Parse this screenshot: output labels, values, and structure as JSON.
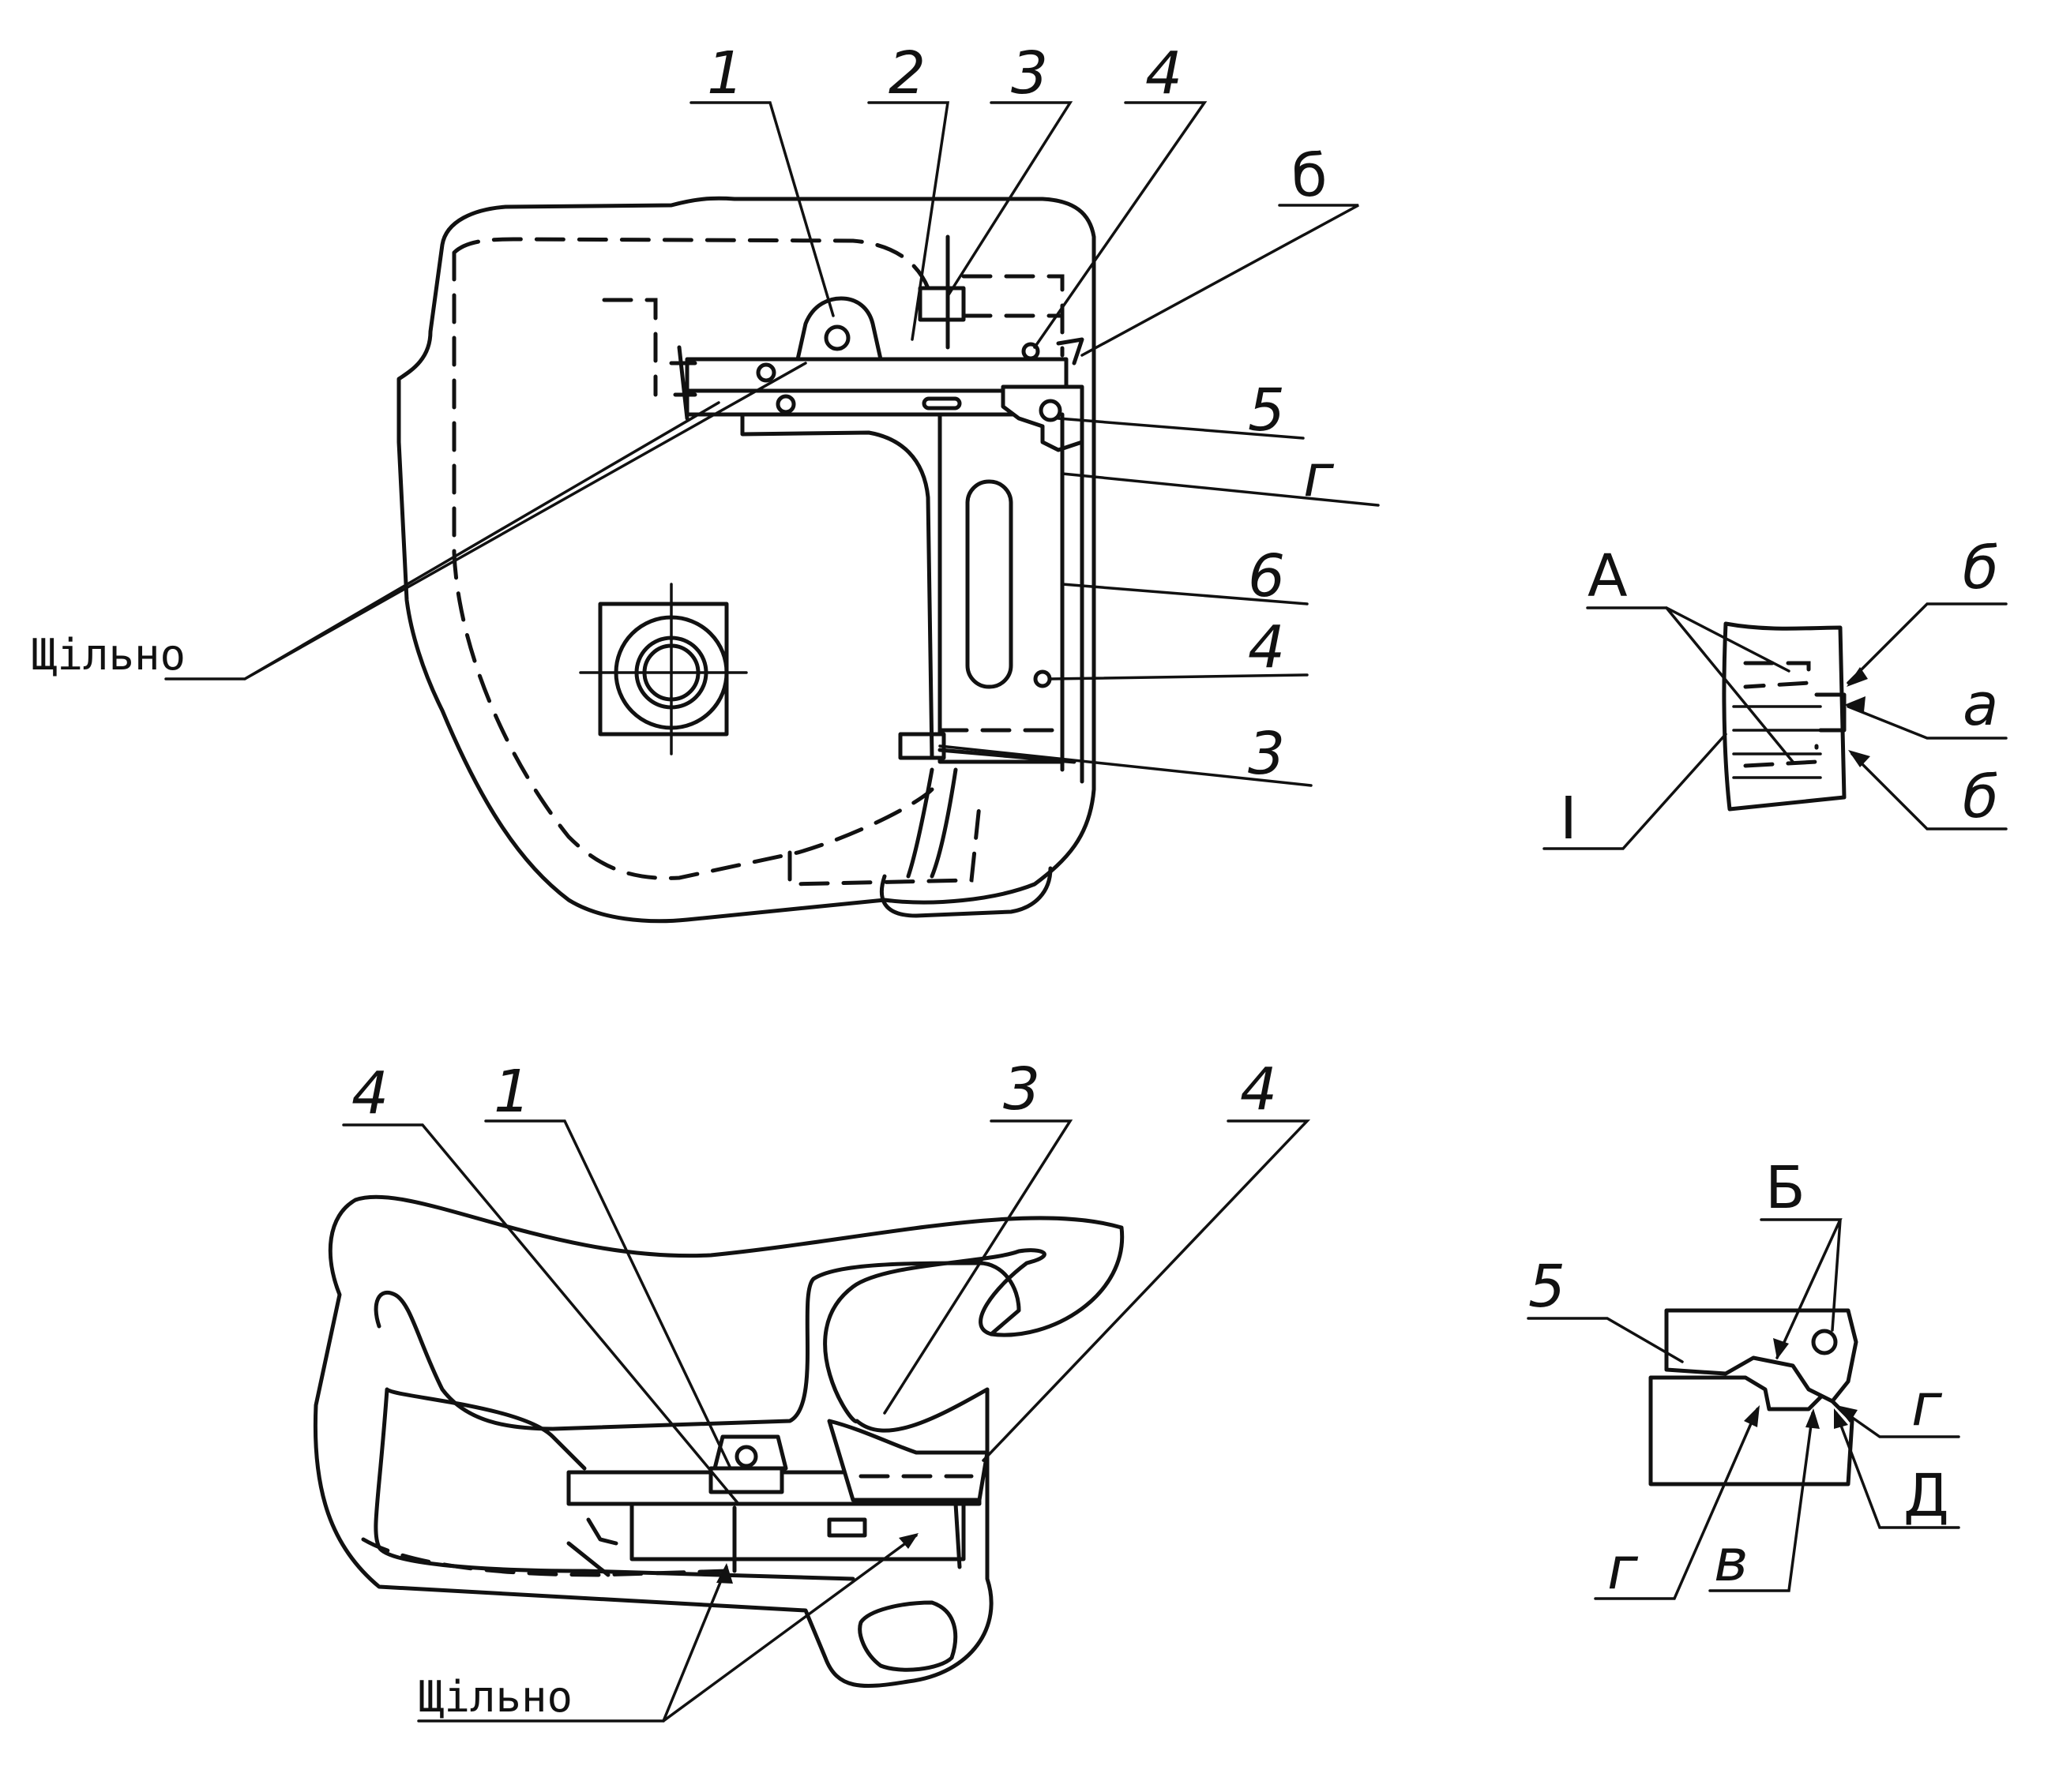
{
  "view_top": {
    "labels": {
      "n1": "1",
      "n2": "2",
      "n3": "3",
      "n4": "4",
      "b": "б",
      "n5": "5",
      "g": "г",
      "n6": "6",
      "n4b": "4",
      "n3b": "3"
    },
    "tight_note": "Щільно"
  },
  "detail_right_top": {
    "labels": {
      "A": "А",
      "b1": "б",
      "a": "а",
      "b2": "б",
      "roman": "I"
    }
  },
  "view_bottom": {
    "labels": {
      "n4a": "4",
      "n1": "1",
      "n3": "3",
      "n4b": "4"
    },
    "tight_note": "Щільно"
  },
  "detail_right_bottom": {
    "labels": {
      "B": "Б",
      "n5": "5",
      "g1": "г",
      "D": "Д",
      "g2": "г",
      "v": "в"
    }
  }
}
